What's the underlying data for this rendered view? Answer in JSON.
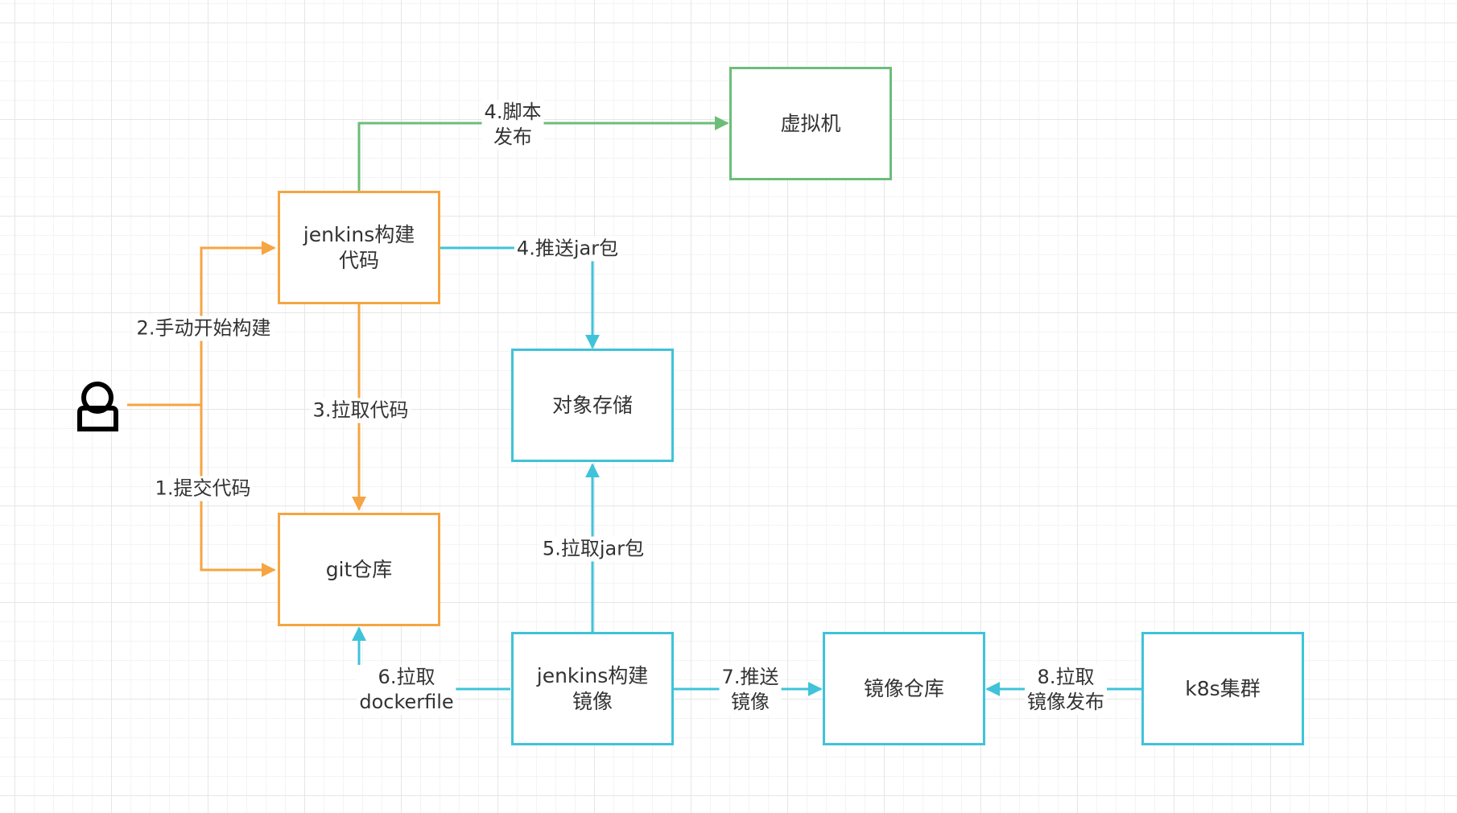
{
  "colors": {
    "orange": "#f5a542",
    "cyan": "#3fc3d9",
    "green": "#6cbd78",
    "text": "#333333"
  },
  "nodes": {
    "vm": "虚拟机",
    "jenkins_build_code": "jenkins构建\n代码",
    "object_storage": "对象存储",
    "git_repo": "git仓库",
    "jenkins_build_image": "jenkins构建\n镜像",
    "image_repo": "镜像仓库",
    "k8s_cluster": "k8s集群",
    "user": "user-icon"
  },
  "edges": {
    "e1": "1.提交代码",
    "e2": "2.手动开始构建",
    "e3": "3.拉取代码",
    "e4a": "4.脚本\n发布",
    "e4b": "4.推送jar包",
    "e5": "5.拉取jar包",
    "e6": "6.拉取\ndockerfile",
    "e7": "7.推送\n镜像",
    "e8": "8.拉取\n镜像发布"
  }
}
